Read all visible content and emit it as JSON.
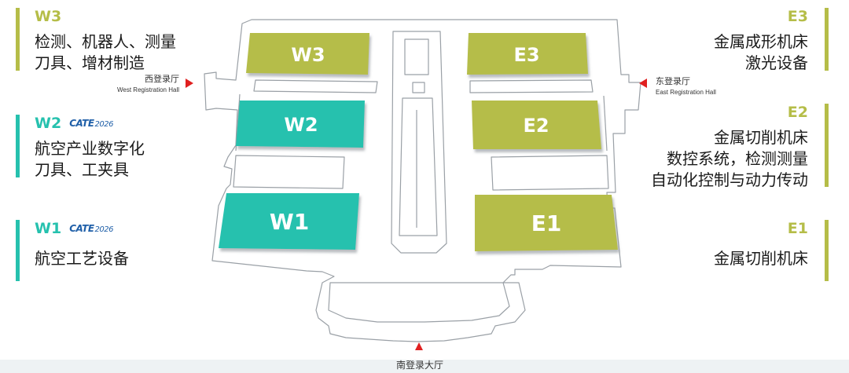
{
  "colors": {
    "olive": "#b5bd48",
    "teal": "#26c1ae",
    "marker": "#e02020",
    "outline": "#9aa0a6"
  },
  "brand_badge": {
    "text": "CATE",
    "year": "2026"
  },
  "left_info": [
    {
      "id": "w3",
      "code": "W3",
      "badge": false,
      "color": "#b5bd48",
      "lines": [
        "检测、机器人、测量",
        "刀具、增材制造"
      ]
    },
    {
      "id": "w2",
      "code": "W2",
      "badge": true,
      "color": "#26c1ae",
      "lines": [
        "航空产业数字化",
        "刀具、工夹具"
      ]
    },
    {
      "id": "w1",
      "code": "W1",
      "badge": true,
      "color": "#26c1ae",
      "lines": [
        "航空工艺设备"
      ]
    }
  ],
  "right_info": [
    {
      "id": "e3",
      "code": "E3",
      "color": "#b5bd48",
      "lines": [
        "金属成形机床",
        "激光设备"
      ]
    },
    {
      "id": "e2",
      "code": "E2",
      "color": "#b5bd48",
      "lines": [
        "金属切削机床",
        "数控系统，检测测量",
        "自动化控制与动力传动"
      ]
    },
    {
      "id": "e1",
      "code": "E1",
      "color": "#b5bd48",
      "lines": [
        "金属切削机床"
      ]
    }
  ],
  "halls": [
    {
      "id": "w3",
      "label": "W3",
      "color": "#b5bd48"
    },
    {
      "id": "w2",
      "label": "W2",
      "color": "#26c1ae"
    },
    {
      "id": "w1",
      "label": "W1",
      "color": "#26c1ae"
    },
    {
      "id": "e3",
      "label": "E3",
      "color": "#b5bd48"
    },
    {
      "id": "e2",
      "label": "E2",
      "color": "#b5bd48"
    },
    {
      "id": "e1",
      "label": "E1",
      "color": "#b5bd48"
    }
  ],
  "registration": {
    "west": {
      "cn": "西登录厅",
      "en": "West Registration Hall"
    },
    "east": {
      "cn": "东登录厅",
      "en": "East Registration Hall"
    },
    "south": {
      "cn": "南登录大厅"
    }
  }
}
